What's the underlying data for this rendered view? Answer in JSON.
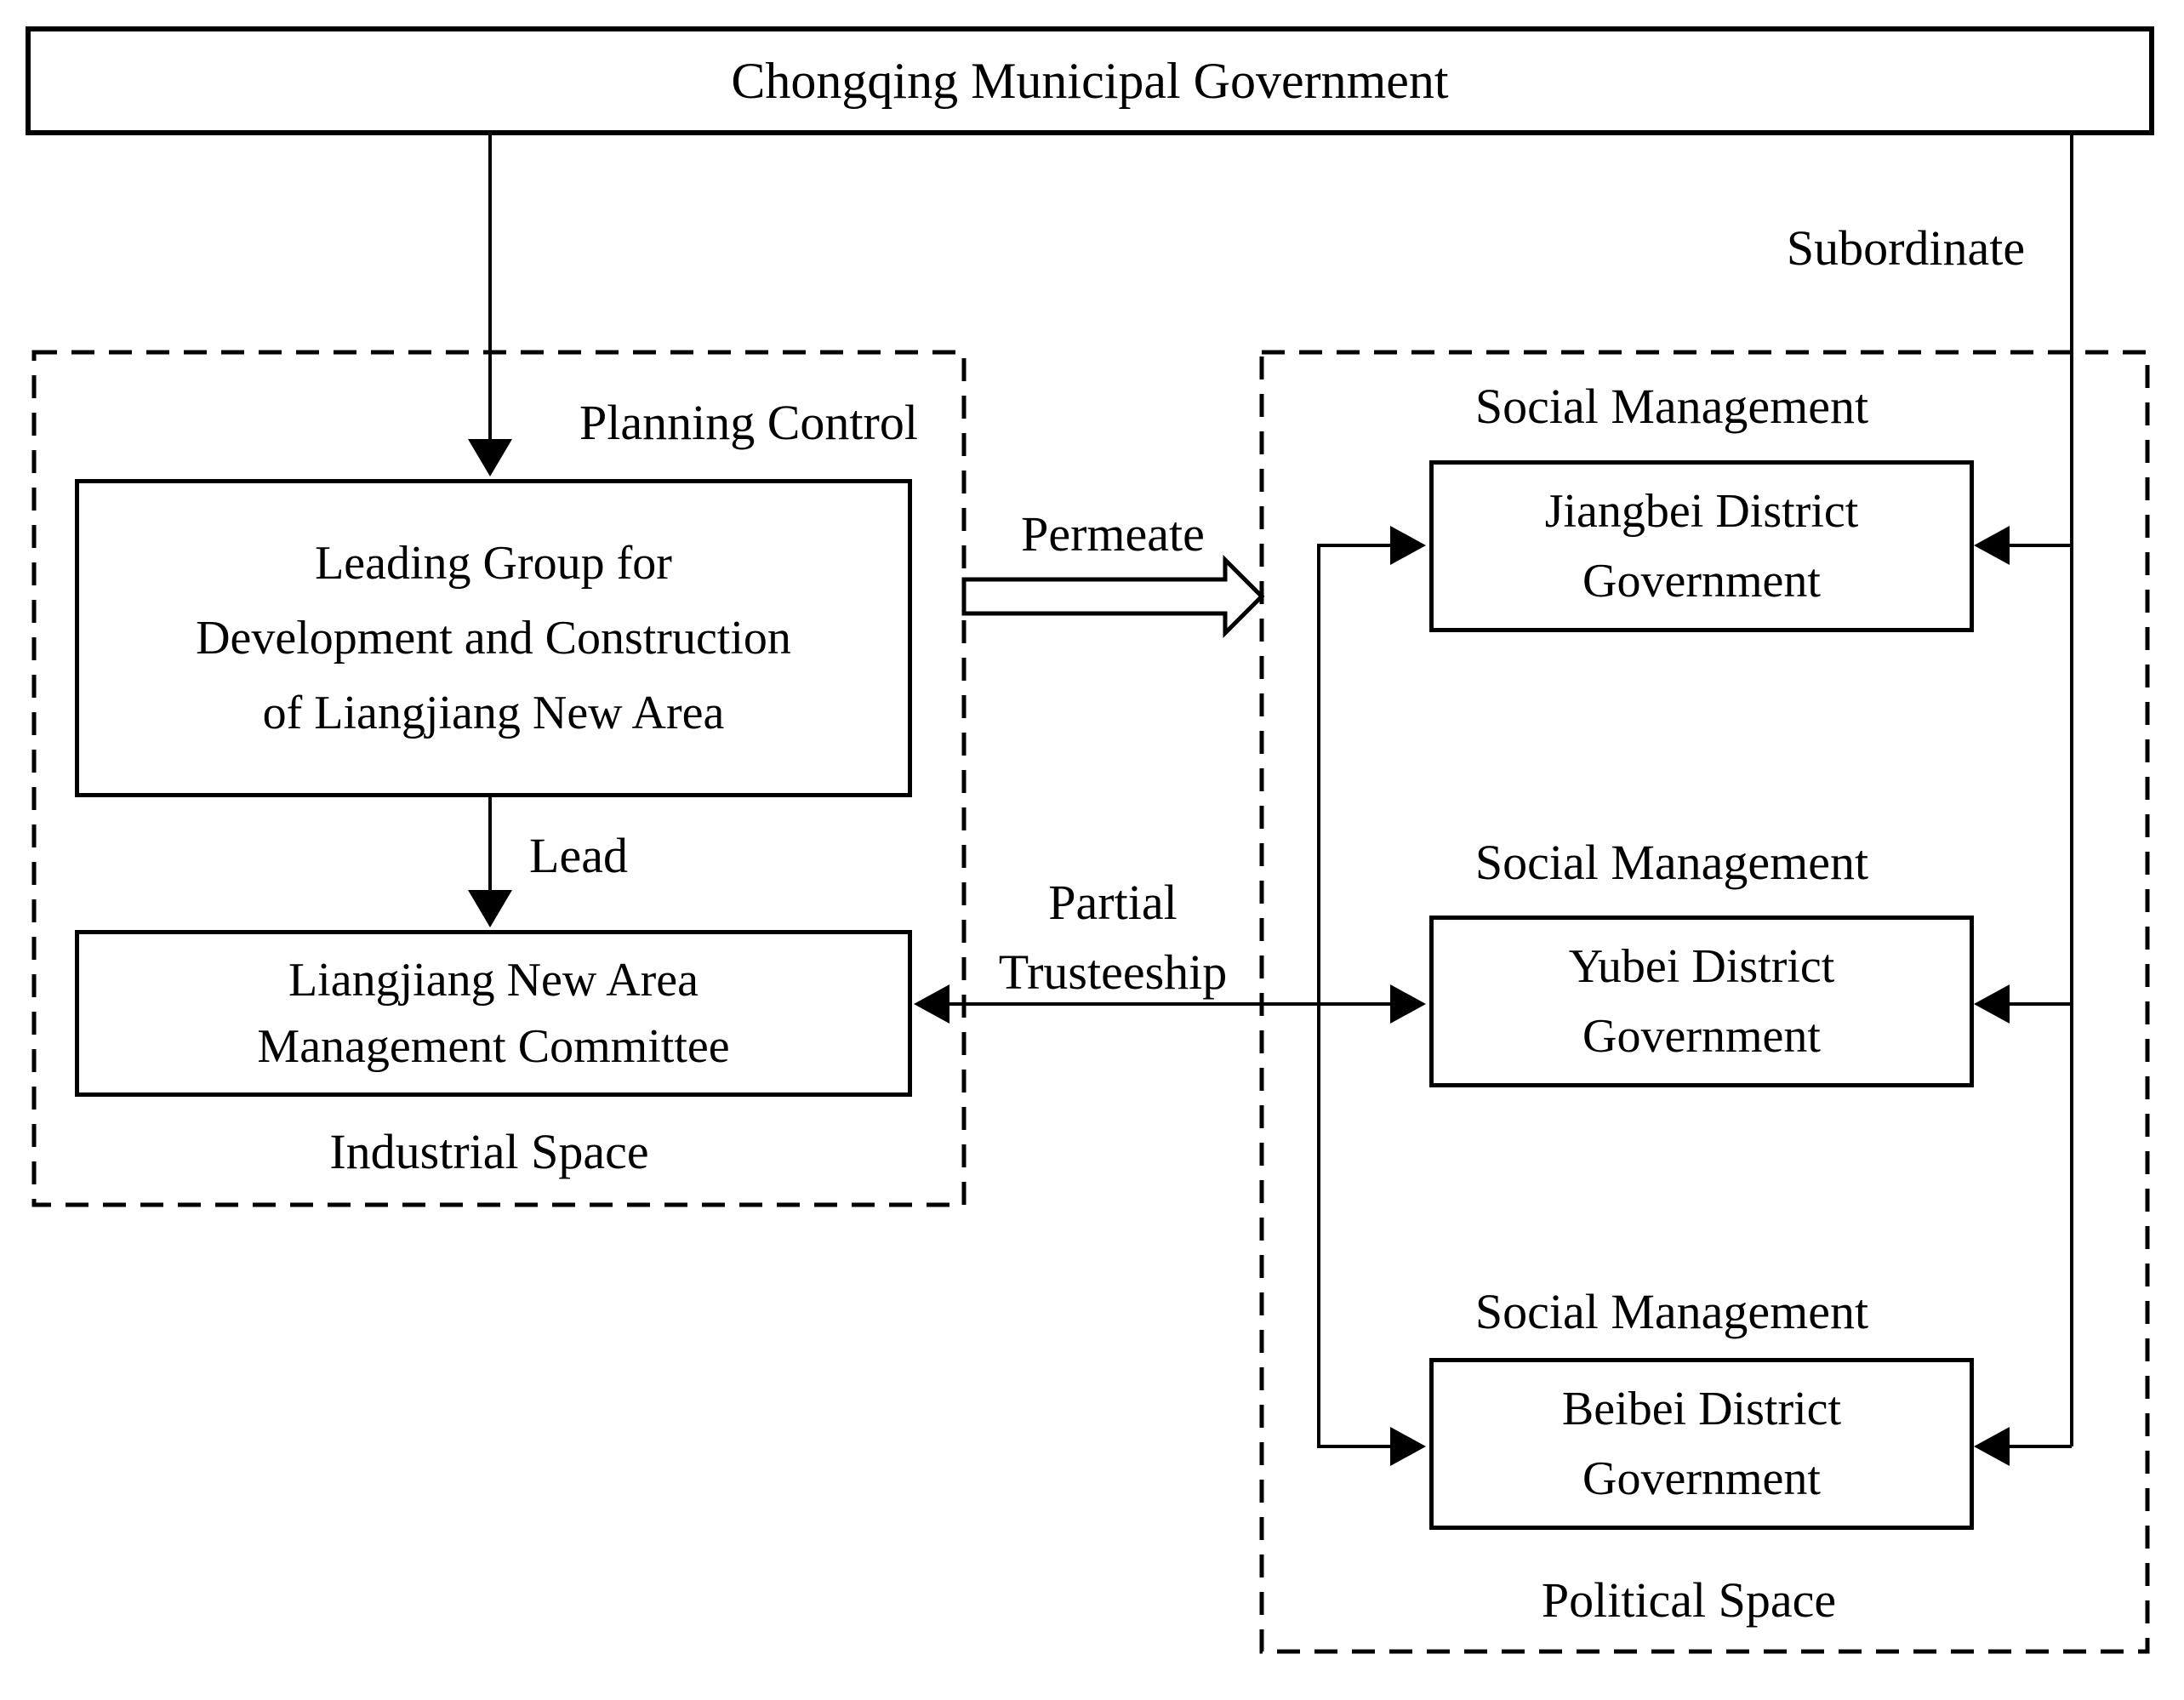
{
  "colors": {
    "ink": "#000000",
    "paper": "#ffffff"
  },
  "title_box": {
    "label": "Chongqing Municipal Government"
  },
  "nodes": {
    "leading_group": {
      "lines": [
        "Leading Group for",
        "Development and Construction",
        "of Liangjiang New Area"
      ]
    },
    "management_committee": {
      "lines": [
        "Liangjiang New Area",
        "Management Committee"
      ]
    },
    "jiangbei": {
      "lines": [
        "Jiangbei District",
        "Government"
      ]
    },
    "yubei": {
      "lines": [
        "Yubei District",
        "Government"
      ]
    },
    "beibei": {
      "lines": [
        "Beibei District",
        "Government"
      ]
    }
  },
  "edge_labels": {
    "planning_control": "Planning Control",
    "lead": "Lead",
    "permeate": "Permeate",
    "partial_trusteeship": {
      "lines": [
        "Partial",
        "Trusteeship"
      ]
    },
    "subordinate": "Subordinate",
    "social_management": "Social Management"
  },
  "regions": {
    "industrial_space": "Industrial Space",
    "political_space": "Political Space"
  }
}
